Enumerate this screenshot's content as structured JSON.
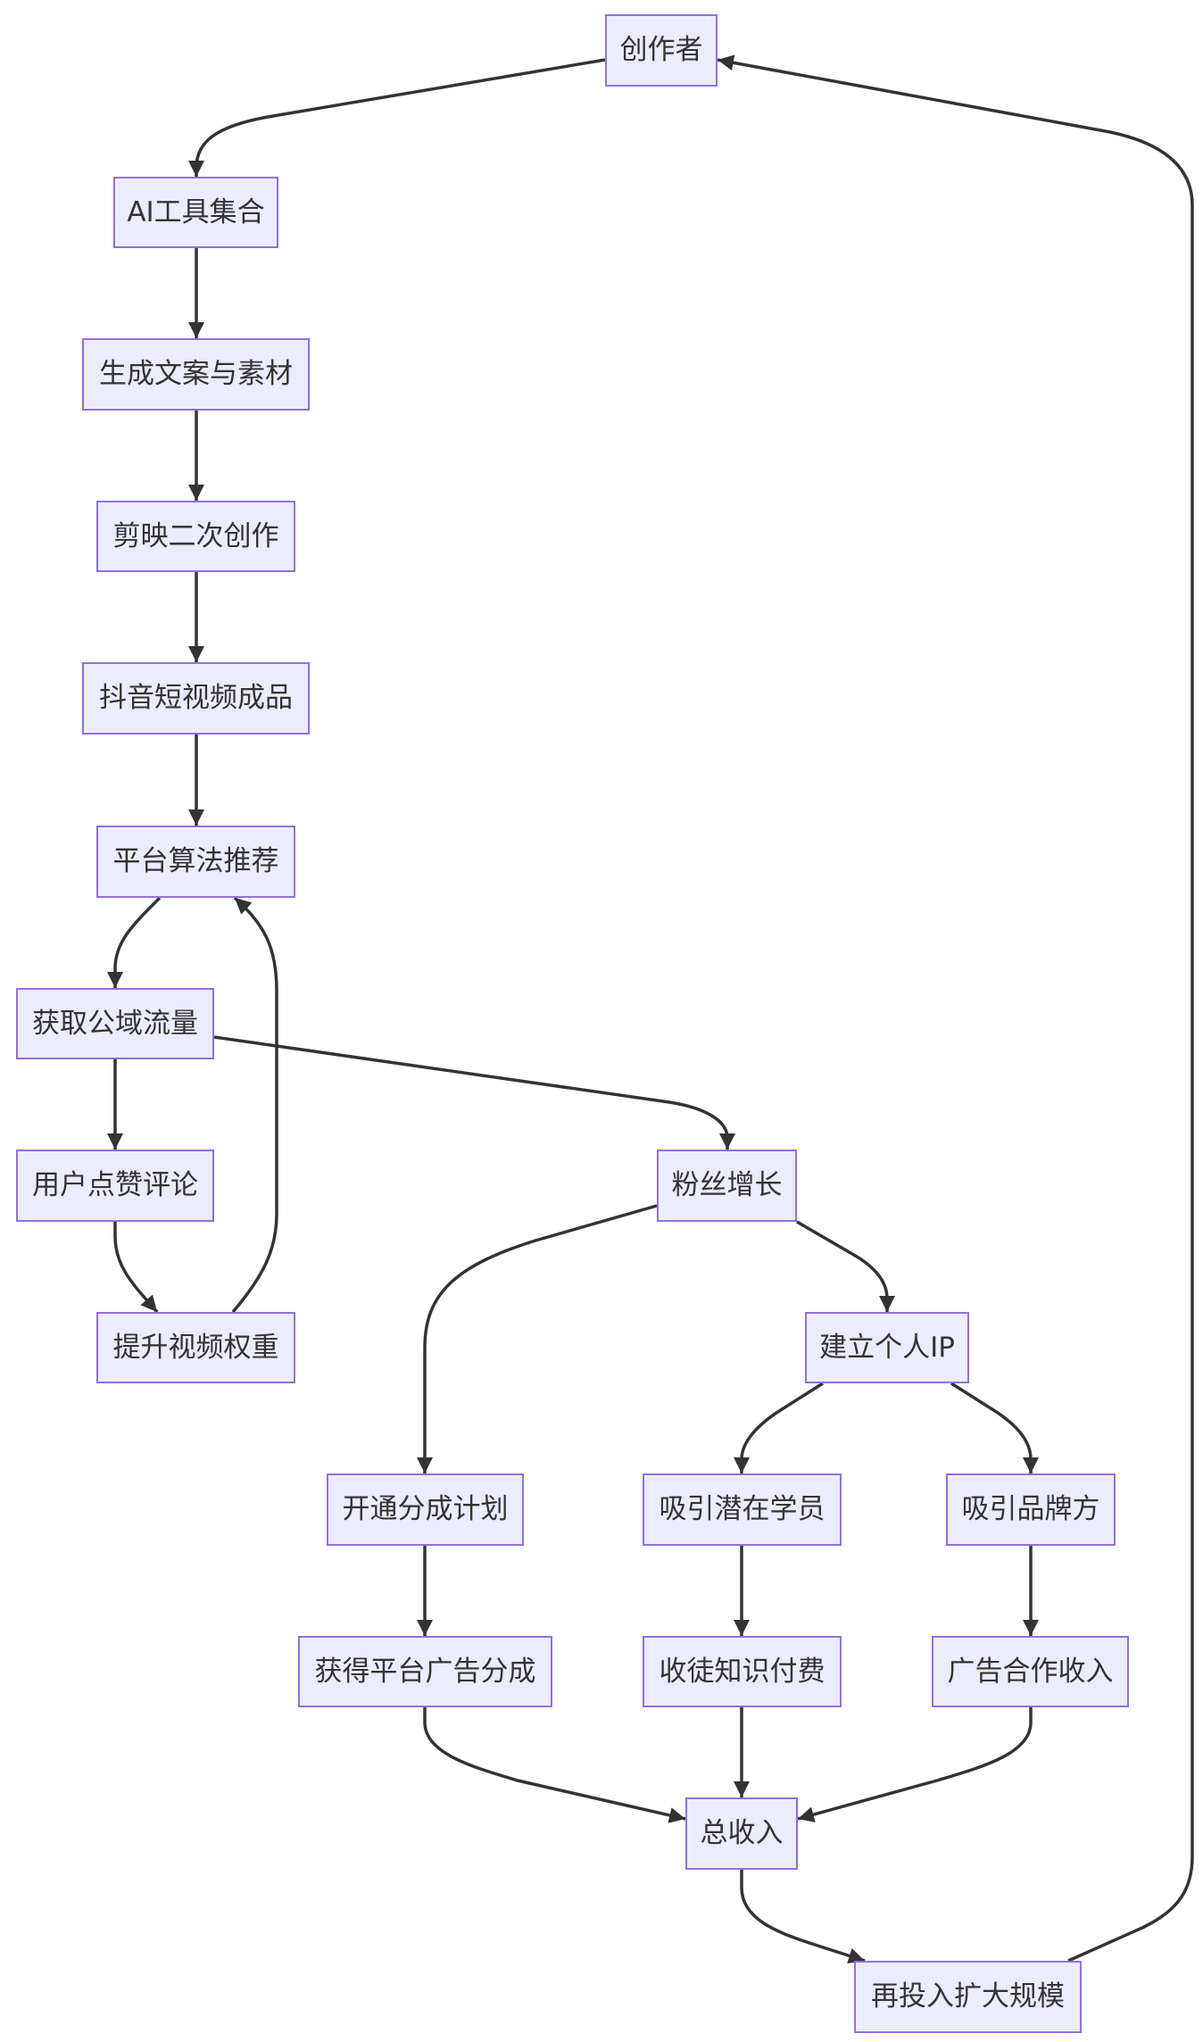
{
  "diagram": {
    "nodes": [
      {
        "label": "创作者"
      },
      {
        "label": "AI工具集合"
      },
      {
        "label": "生成文案与素材"
      },
      {
        "label": "剪映二次创作"
      },
      {
        "label": "抖音短视频成品"
      },
      {
        "label": "平台算法推荐"
      },
      {
        "label": "获取公域流量"
      },
      {
        "label": "用户点赞评论"
      },
      {
        "label": "提升视频权重"
      },
      {
        "label": "粉丝增长"
      },
      {
        "label": "建立个人IP"
      },
      {
        "label": "开通分成计划"
      },
      {
        "label": "吸引潜在学员"
      },
      {
        "label": "吸引品牌方"
      },
      {
        "label": "获得平台广告分成"
      },
      {
        "label": "收徒知识付费"
      },
      {
        "label": "广告合作收入"
      },
      {
        "label": "总收入"
      },
      {
        "label": "再投入扩大规模"
      }
    ],
    "edges": [
      {
        "from": 0,
        "to": 1
      },
      {
        "from": 1,
        "to": 2
      },
      {
        "from": 2,
        "to": 3
      },
      {
        "from": 3,
        "to": 4
      },
      {
        "from": 4,
        "to": 5
      },
      {
        "from": 5,
        "to": 6
      },
      {
        "from": 6,
        "to": 7
      },
      {
        "from": 6,
        "to": 9
      },
      {
        "from": 7,
        "to": 8
      },
      {
        "from": 8,
        "to": 5
      },
      {
        "from": 9,
        "to": 11
      },
      {
        "from": 9,
        "to": 10
      },
      {
        "from": 10,
        "to": 12
      },
      {
        "from": 10,
        "to": 13
      },
      {
        "from": 11,
        "to": 14
      },
      {
        "from": 12,
        "to": 15
      },
      {
        "from": 13,
        "to": 16
      },
      {
        "from": 14,
        "to": 17
      },
      {
        "from": 15,
        "to": 17
      },
      {
        "from": 16,
        "to": 17
      },
      {
        "from": 17,
        "to": 18
      },
      {
        "from": 18,
        "to": 0
      }
    ]
  },
  "colors": {
    "node_fill": "#ECECFF",
    "node_border": "#9370DB",
    "edge": "#333333",
    "text": "#333333",
    "background": "#FFFFFF"
  }
}
